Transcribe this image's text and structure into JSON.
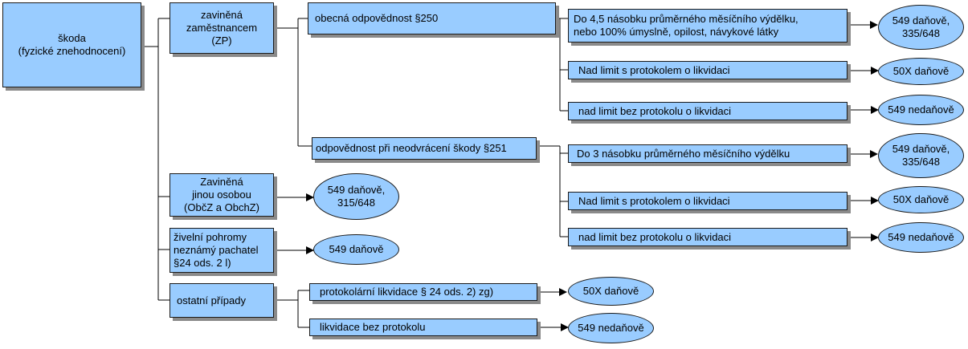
{
  "root": "škoda\n(fyzické znehodnocení)",
  "zp": "zaviněná\nzaměstnancem\n(ZP)",
  "obecna": "obecná odpovědnost §250",
  "obecna_limit": "Do 4,5 násobku průměrného měsíčního výdělku,\nnebo 100% úmyslně, opilost, návykové látky",
  "obecna_limit_result": "549 daňově,\n335/648",
  "obecna_s_protokolem": "Nad limit s protokolem o likvidaci",
  "obecna_s_protokolem_result": "50X daňově",
  "obecna_bez_protokolu": "nad limit bez protokolu o likvidaci",
  "obecna_bez_protokolu_result": "549 nedaňově",
  "neodvraceni": "odpovědnost při neodvrácení škody §251",
  "neodvraceni_limit": "Do 3 násobku průměrného měsíčního výdělku",
  "neodvraceni_limit_result": "549 daňově,\n335/648",
  "neodvraceni_s_protokolem": "Nad limit s protokolem o likvidaci",
  "neodvraceni_s_protokolem_result": "50X daňově",
  "neodvraceni_bez_protokolu": "nad limit bez protokolu o likvidaci",
  "neodvraceni_bez_protokolu_result": "549 nedaňově",
  "jina_osoba": "Zaviněná\njinou osobou\n(ObčZ a ObchZ)",
  "jina_osoba_result": "549 daňově,\n315/648",
  "zivelni": "živelní pohromy\nneznámý pachatel\n§24 ods. 2 l)",
  "zivelni_result": "549 daňově",
  "ostatni": "ostatní případy",
  "protokolarni": "protokolární likvidace § 24 ods. 2) zg)",
  "protokolarni_result": "50X daňově",
  "bez_protokolu": "likvidace bez protokolu",
  "bez_protokolu_result": "549 nedaňově",
  "colors": {
    "box_fill": "#99ccff",
    "outline": "#1a1a1a",
    "shadow": "#8a8a8a",
    "line": "#000000"
  }
}
